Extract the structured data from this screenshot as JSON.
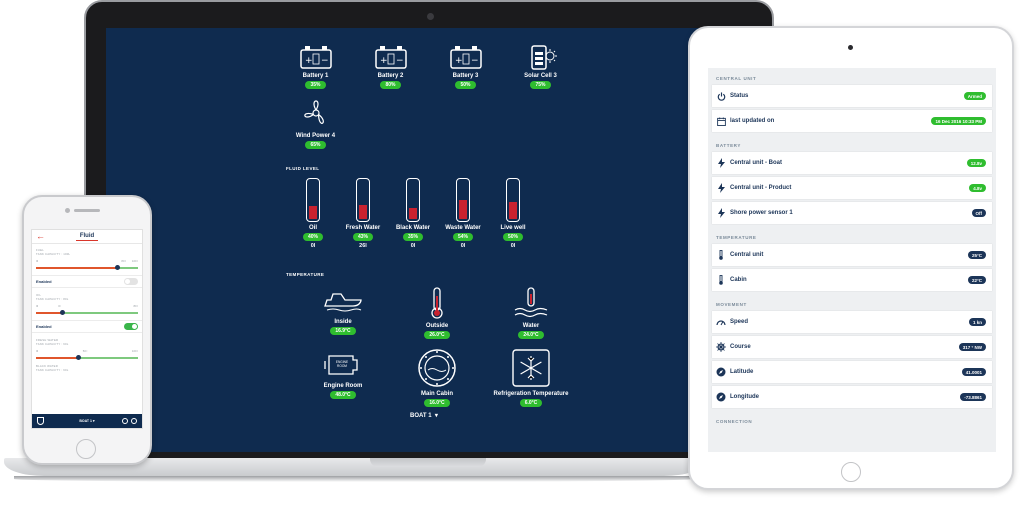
{
  "laptop": {
    "power": [
      {
        "label": "Battery 1",
        "value": "35%",
        "icon": "battery-icon"
      },
      {
        "label": "Battery 2",
        "value": "80%",
        "icon": "battery-icon"
      },
      {
        "label": "Battery 3",
        "value": "50%",
        "icon": "battery-icon"
      },
      {
        "label": "Solar Cell 3",
        "value": "75%",
        "icon": "solar-cell-icon"
      }
    ],
    "wind": {
      "label": "Wind Power 4",
      "value": "65%",
      "icon": "wind-turbine-icon"
    },
    "fluid_section": "FLUID LEVEL",
    "fluids": [
      {
        "label": "Oil",
        "value": "40%",
        "sub": "0l",
        "level": 0.4
      },
      {
        "label": "Fresh Water",
        "value": "43%",
        "sub": "26l",
        "level": 0.43
      },
      {
        "label": "Black Water",
        "value": "35%",
        "sub": "0l",
        "level": 0.35
      },
      {
        "label": "Waste Water",
        "value": "54%",
        "sub": "0l",
        "level": 0.54
      },
      {
        "label": "Live well",
        "value": "50%",
        "sub": "0l",
        "level": 0.5
      }
    ],
    "temperature_section": "TEMPERATURE",
    "temps_row1": [
      {
        "label": "Inside",
        "value": "16.9°C",
        "icon": "boat-icon"
      },
      {
        "label": "Outside",
        "value": "26.0°C",
        "icon": "thermometer-icon"
      },
      {
        "label": "Water",
        "value": "24.0°C",
        "icon": "water-temperature-icon"
      }
    ],
    "temps_row2": [
      {
        "label": "Engine Room",
        "value": "48.0°C",
        "icon": "engine-icon",
        "icon_text": "ENGINE ROOM"
      },
      {
        "label": "Main Cabin",
        "value": "16.0°C",
        "icon": "porthole-icon"
      },
      {
        "label": "Refrigeration Temperature",
        "value": "6.0°C",
        "icon": "snowflake-icon"
      }
    ],
    "boat_selector": "BOAT 1"
  },
  "phone": {
    "title": "Fluid",
    "fuel_label": "FUEL",
    "fuel_capacity": "TANK CAPACITY : 100L",
    "fuel_ticks": [
      "0l",
      "80 l",
      "100 l"
    ],
    "fuel_level": 0.8,
    "enabled_label_1": "Enabled",
    "oil_label": "OIL",
    "oil_capacity": "TANK CAPACITY : 80L",
    "oil_ticks": [
      "0l",
      "0l",
      "80 l"
    ],
    "oil_level": 0.26,
    "enabled_label_2": "Enabled",
    "fresh_label": "FRESH WATER",
    "fresh_capacity": "TANK CAPACITY : 60L",
    "fresh_ticks": [
      "0l",
      "50 l",
      "100 l"
    ],
    "fresh_level": 0.42,
    "black_label": "BLACK WATER",
    "black_capacity": "TANK CAPACITY : 60L",
    "footer": "BOAT 1"
  },
  "tablet": {
    "central_section": "CENTRAL UNIT",
    "status_label": "Status",
    "status_value": "Armed",
    "updated_label": "last updated on",
    "updated_value": "16 Dec 2016 10:33 PM",
    "battery_section": "BATTERY",
    "battery_items": [
      {
        "label": "Central unit - Boat",
        "value": "12.8v",
        "color": "green"
      },
      {
        "label": "Central unit - Product",
        "value": "4.8v",
        "color": "green"
      },
      {
        "label": "Shore power sensor 1",
        "value": "Off",
        "color": "navy"
      }
    ],
    "temperature_section": "TEMPERATURE",
    "temperature_items": [
      {
        "label": "Central unit",
        "value": "25°C"
      },
      {
        "label": "Cabin",
        "value": "22°C"
      }
    ],
    "movement_section": "MOVEMENT",
    "movement_items": [
      {
        "label": "Speed",
        "value": "1 kn",
        "icon": "speedometer-icon"
      },
      {
        "label": "Course",
        "value": "317 ° NW",
        "icon": "helm-icon"
      },
      {
        "label": "Latitude",
        "value": "41.0001",
        "icon": "compass-icon"
      },
      {
        "label": "Longitude",
        "value": "-73.8861",
        "icon": "compass-icon"
      }
    ],
    "connection_section": "CONNECTION"
  },
  "colors": {
    "navy": "#0f2b4f",
    "green": "#2fbd2f",
    "red": "#c9222f",
    "accent_red": "#d9362b"
  }
}
